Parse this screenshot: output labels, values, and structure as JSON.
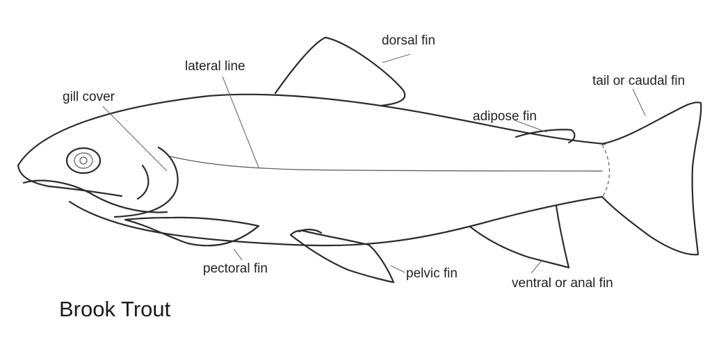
{
  "title": "Brook Trout",
  "labels": {
    "dorsal_fin": "dorsal fin",
    "lateral_line": "lateral line",
    "gill_cover": "gill cover",
    "tail_fin": "tail or caudal fin",
    "adipose_fin": "adipose fin",
    "pectoral_fin": "pectoral fin",
    "pelvic_fin": "pelvic fin",
    "anal_fin": "ventral or anal fin"
  },
  "colors": {
    "line": "#2b2b2b",
    "text": "#222222",
    "background": "#ffffff"
  }
}
